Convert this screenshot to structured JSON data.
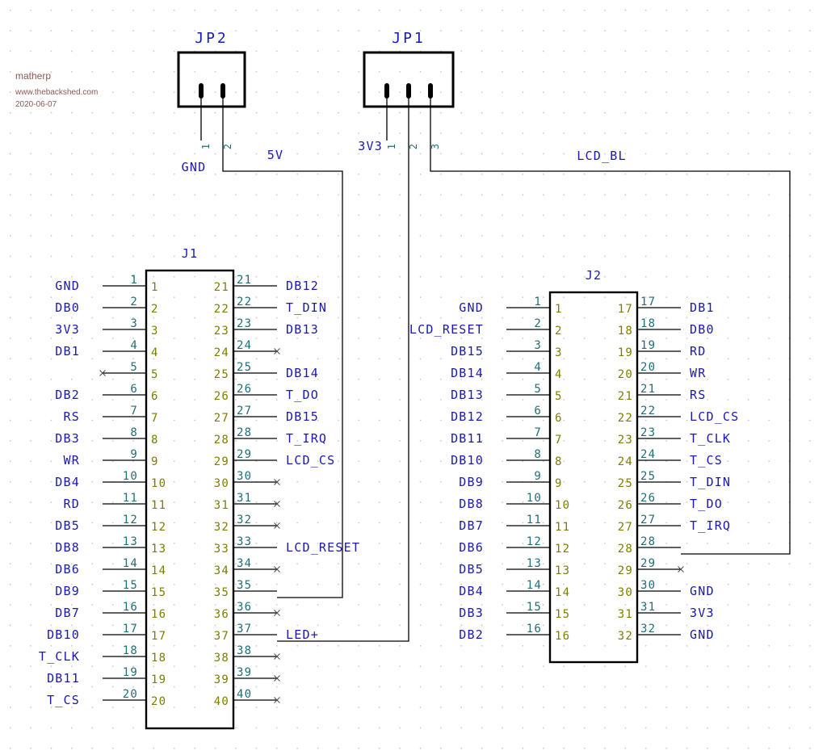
{
  "info": {
    "author": "matherp",
    "website": "www.thebackshed.com",
    "date": "2020-06-07"
  },
  "colors": {
    "wire": "#000000",
    "net_label": "#1a1ab0",
    "pin_num": "#1f6e78",
    "pad_num": "#7d7d00",
    "no_connect": "#4a4a4a",
    "info_text": "#8a5a55"
  },
  "headers": {
    "jp2": {
      "name": "JP2",
      "pins": [
        "1",
        "2"
      ]
    },
    "jp1": {
      "name": "JP1",
      "pins": [
        "1",
        "2",
        "3"
      ]
    }
  },
  "connectors": {
    "j1": {
      "name": "J1",
      "left": [
        {
          "pin": "1",
          "net": "GND"
        },
        {
          "pin": "2",
          "net": "DB0"
        },
        {
          "pin": "3",
          "net": "3V3"
        },
        {
          "pin": "4",
          "net": "DB1"
        },
        {
          "pin": "5",
          "net": ""
        },
        {
          "pin": "6",
          "net": "DB2"
        },
        {
          "pin": "7",
          "net": "RS"
        },
        {
          "pin": "8",
          "net": "DB3"
        },
        {
          "pin": "9",
          "net": "WR"
        },
        {
          "pin": "10",
          "net": "DB4"
        },
        {
          "pin": "11",
          "net": "RD"
        },
        {
          "pin": "12",
          "net": "DB5"
        },
        {
          "pin": "13",
          "net": "DB8"
        },
        {
          "pin": "14",
          "net": "DB6"
        },
        {
          "pin": "15",
          "net": "DB9"
        },
        {
          "pin": "16",
          "net": "DB7"
        },
        {
          "pin": "17",
          "net": "DB10"
        },
        {
          "pin": "18",
          "net": "T_CLK"
        },
        {
          "pin": "19",
          "net": "DB11"
        },
        {
          "pin": "20",
          "net": "T_CS"
        }
      ],
      "right": [
        {
          "pin": "21",
          "net": "DB12"
        },
        {
          "pin": "22",
          "net": "T_DIN"
        },
        {
          "pin": "23",
          "net": "DB13"
        },
        {
          "pin": "24",
          "net": ""
        },
        {
          "pin": "25",
          "net": "DB14"
        },
        {
          "pin": "26",
          "net": "T_DO"
        },
        {
          "pin": "27",
          "net": "DB15"
        },
        {
          "pin": "28",
          "net": "T_IRQ"
        },
        {
          "pin": "29",
          "net": "LCD_CS"
        },
        {
          "pin": "30",
          "net": ""
        },
        {
          "pin": "31",
          "net": ""
        },
        {
          "pin": "32",
          "net": ""
        },
        {
          "pin": "33",
          "net": "LCD_RESET"
        },
        {
          "pin": "34",
          "net": ""
        },
        {
          "pin": "35",
          "net": ""
        },
        {
          "pin": "36",
          "net": ""
        },
        {
          "pin": "37",
          "net": "LED+"
        },
        {
          "pin": "38",
          "net": ""
        },
        {
          "pin": "39",
          "net": ""
        },
        {
          "pin": "40",
          "net": ""
        }
      ]
    },
    "j2": {
      "name": "J2",
      "left": [
        {
          "pin": "1",
          "net": "GND"
        },
        {
          "pin": "2",
          "net": "LCD_RESET"
        },
        {
          "pin": "3",
          "net": "DB15"
        },
        {
          "pin": "4",
          "net": "DB14"
        },
        {
          "pin": "5",
          "net": "DB13"
        },
        {
          "pin": "6",
          "net": "DB12"
        },
        {
          "pin": "7",
          "net": "DB11"
        },
        {
          "pin": "8",
          "net": "DB10"
        },
        {
          "pin": "9",
          "net": "DB9"
        },
        {
          "pin": "10",
          "net": "DB8"
        },
        {
          "pin": "11",
          "net": "DB7"
        },
        {
          "pin": "12",
          "net": "DB6"
        },
        {
          "pin": "13",
          "net": "DB5"
        },
        {
          "pin": "14",
          "net": "DB4"
        },
        {
          "pin": "15",
          "net": "DB3"
        },
        {
          "pin": "16",
          "net": "DB2"
        }
      ],
      "right": [
        {
          "pin": "17",
          "net": "DB1"
        },
        {
          "pin": "18",
          "net": "DB0"
        },
        {
          "pin": "19",
          "net": "RD"
        },
        {
          "pin": "20",
          "net": "WR"
        },
        {
          "pin": "21",
          "net": "RS"
        },
        {
          "pin": "22",
          "net": "LCD_CS"
        },
        {
          "pin": "23",
          "net": "T_CLK"
        },
        {
          "pin": "24",
          "net": "T_CS"
        },
        {
          "pin": "25",
          "net": "T_DIN"
        },
        {
          "pin": "26",
          "net": "T_DO"
        },
        {
          "pin": "27",
          "net": "T_IRQ"
        },
        {
          "pin": "28",
          "net": ""
        },
        {
          "pin": "29",
          "net": ""
        },
        {
          "pin": "30",
          "net": "GND"
        },
        {
          "pin": "31",
          "net": "3V3"
        },
        {
          "pin": "32",
          "net": "GND"
        }
      ]
    }
  },
  "wire_labels": {
    "gnd": "GND",
    "v5": "5V",
    "v3": "3V3",
    "lcd_bl": "LCD_BL"
  }
}
